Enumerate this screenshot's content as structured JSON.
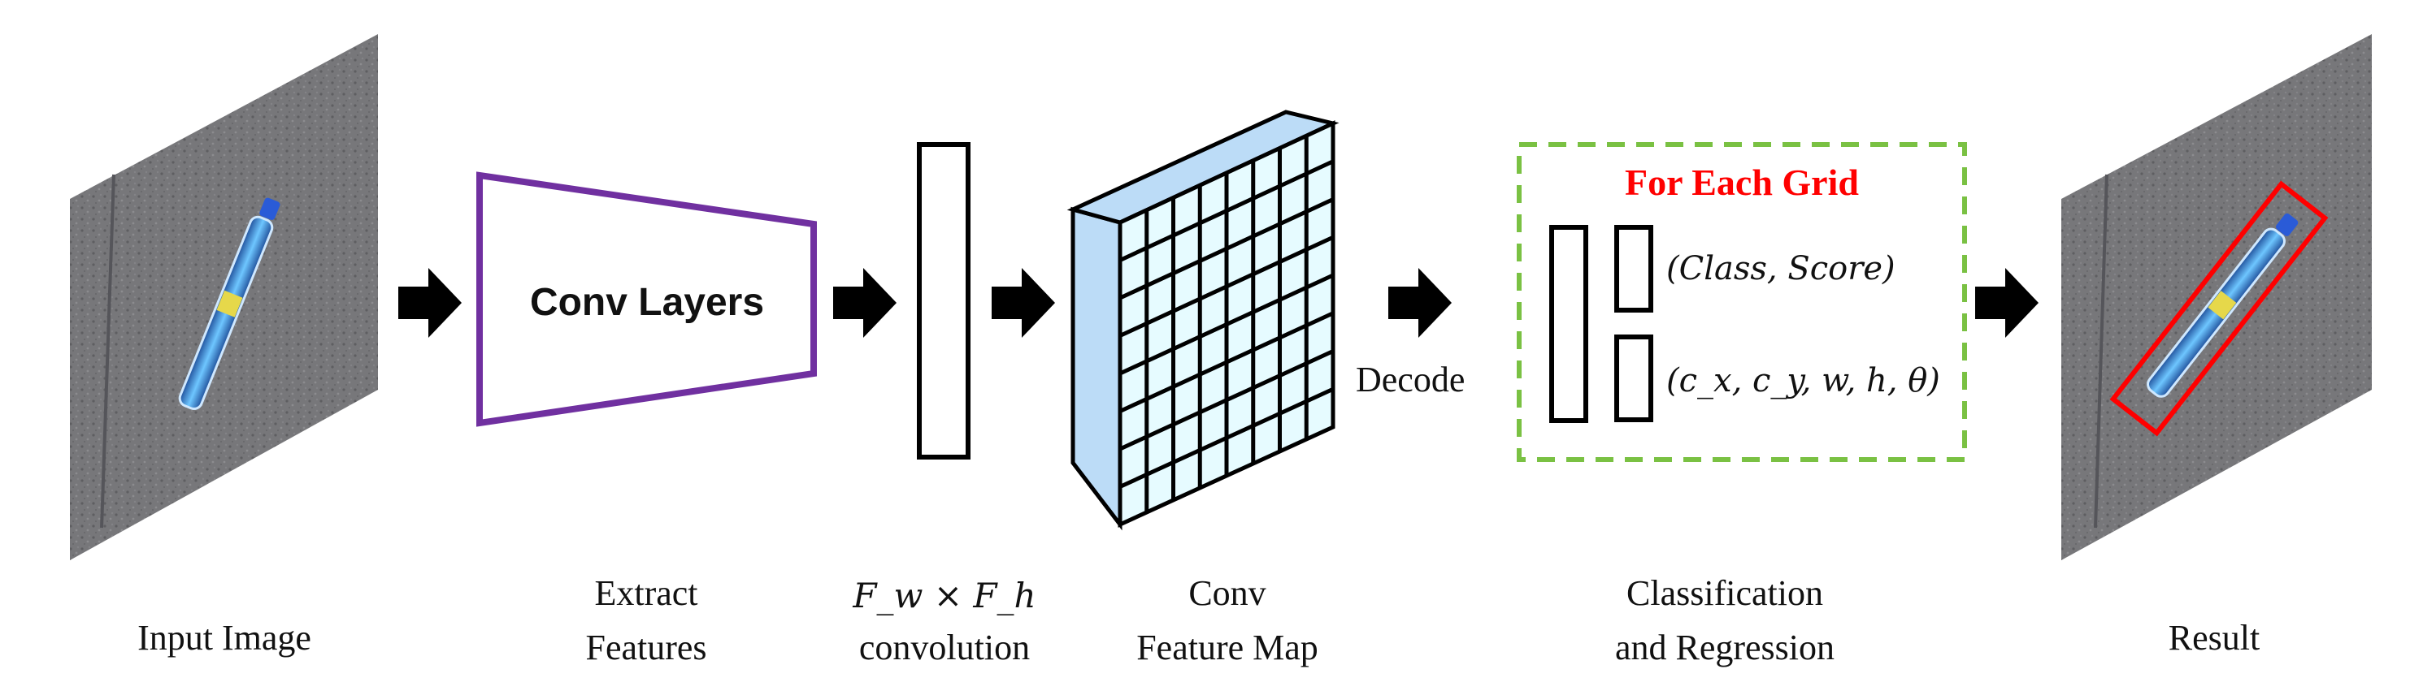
{
  "input": {
    "caption": "Input Image"
  },
  "conv_layers": {
    "label": "Conv Layers",
    "caption_line1": "Extract",
    "caption_line2": "Features",
    "color": "#7030a0"
  },
  "conv_kernel": {
    "caption_line1": "F_w × F_h",
    "caption_line2": "convolution"
  },
  "feature_map": {
    "caption_line1": "Conv",
    "caption_line2": "Feature Map",
    "front_color": "#e6fbff",
    "side_color": "#bcdcf7"
  },
  "decode": {
    "label": "Decode"
  },
  "grid_box": {
    "title": "For Each Grid",
    "title_color": "#ff0000",
    "border_color": "#7ac143",
    "cls_output": "(Class, Score)",
    "reg_output": "(c_x, c_y, w, h, θ)",
    "caption_line1": "Classification",
    "caption_line2": "and Regression"
  },
  "result": {
    "caption": "Result",
    "box_color": "#ff0000"
  },
  "icons": [
    "arrow-right-icon"
  ]
}
